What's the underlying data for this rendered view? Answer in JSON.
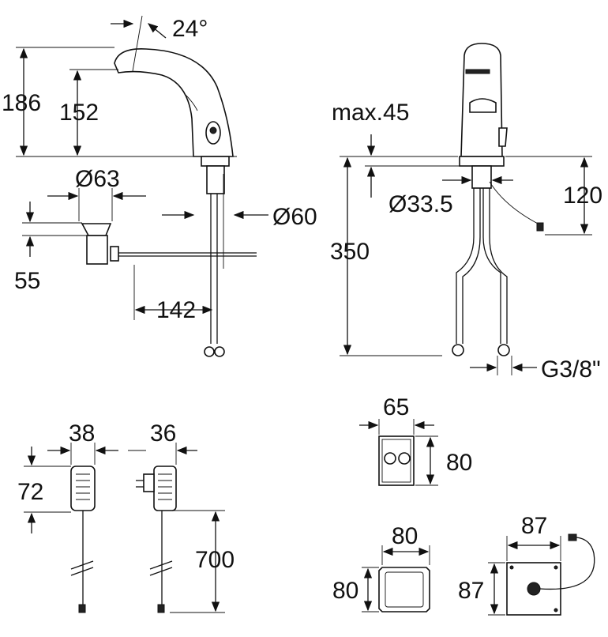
{
  "dimensions": {
    "angle": "24°",
    "height_total": "186",
    "height_spout": "152",
    "drain_diameter": "Ø63",
    "hole_diameter": "Ø60",
    "drain_height": "55",
    "spout_reach": "142",
    "max_deck": "max.45",
    "shank_diameter": "Ø33.5",
    "cable_length": "120",
    "hose_length": "350",
    "thread": "G3/8\"",
    "box_width": "65",
    "box_height": "80",
    "psu_width": "38",
    "adapter_width": "36",
    "psu_height": "72",
    "cable_700": "700",
    "sensor_width": "80",
    "sensor_height": "80",
    "plate_width": "87",
    "plate_height": "87"
  }
}
